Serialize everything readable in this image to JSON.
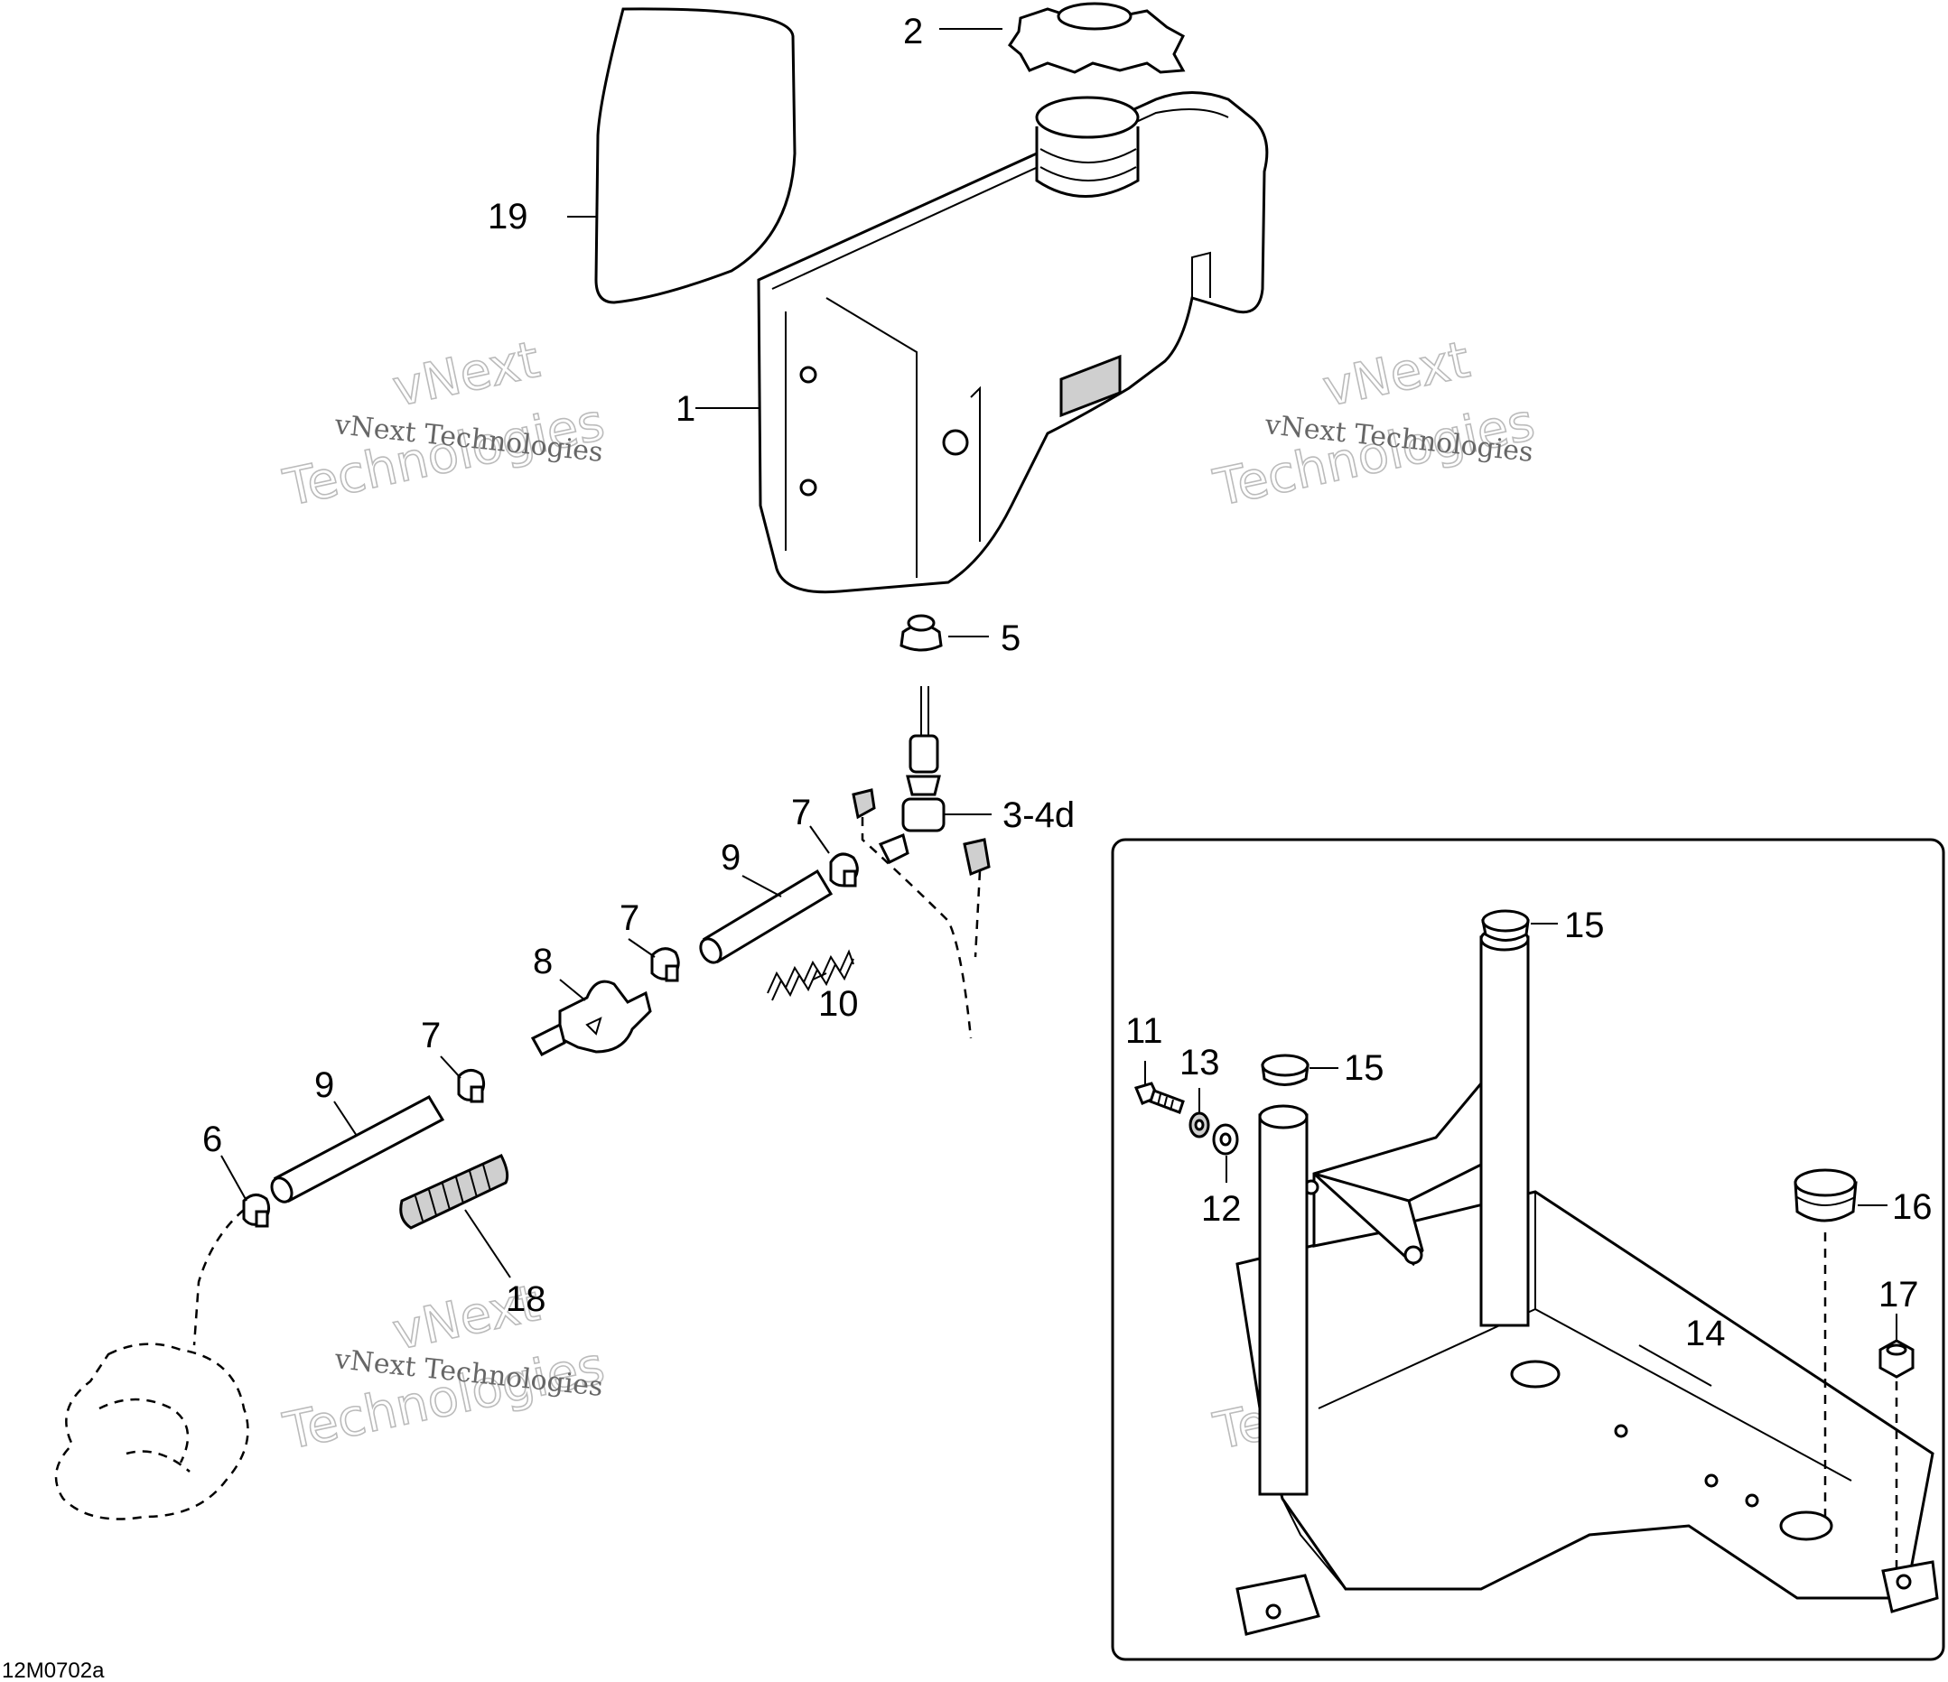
{
  "callouts": {
    "c1": "1",
    "c2": "2",
    "c3": "3-4d",
    "c5": "5",
    "c6": "6",
    "c7a": "7",
    "c7b": "7",
    "c7c": "7",
    "c8": "8",
    "c9a": "9",
    "c9b": "9",
    "c10": "10",
    "c11": "11",
    "c12": "12",
    "c13": "13",
    "c14": "14",
    "c15a": "15",
    "c15b": "15",
    "c16": "16",
    "c17": "17",
    "c18": "18",
    "c19": "19"
  },
  "watermark": {
    "line1": "vNext Technologies",
    "big_a": "vNext",
    "big_b": "Technologies"
  },
  "figure_code": "12M0702a"
}
